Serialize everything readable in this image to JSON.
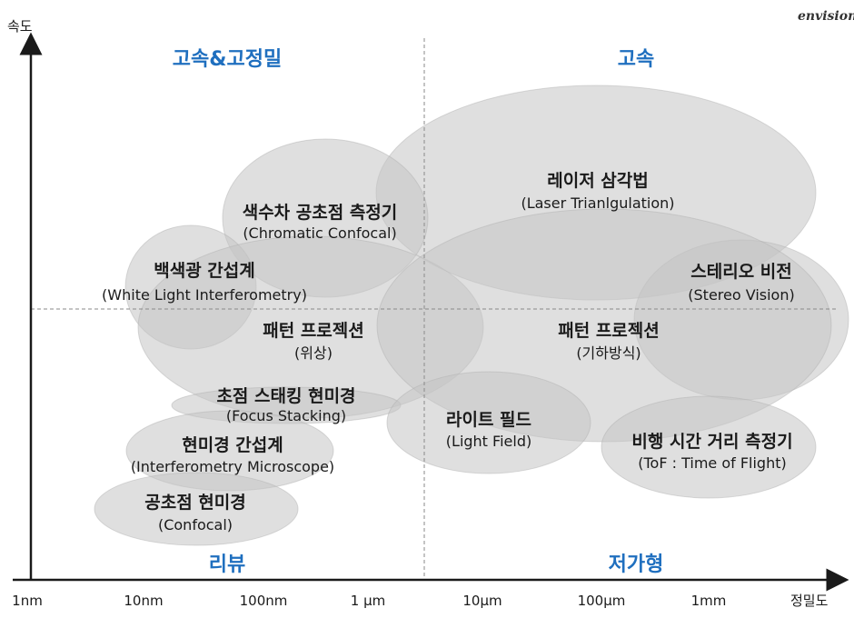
{
  "logo_text": "envision",
  "axes": {
    "y_label": "속도",
    "x_label": "정밀도",
    "x_ticks": [
      "1nm",
      "10nm",
      "100nm",
      "1 μm",
      "10μm",
      "100μm",
      "1mm"
    ]
  },
  "quadrants": {
    "top_left": "고속&고정밀",
    "top_right": "고속",
    "bottom_left": "리뷰",
    "bottom_right": "저가형"
  },
  "methods": [
    {
      "title": "레이저 삼각법",
      "subtitle": "(Laser Trianlgulation)"
    },
    {
      "title": "색수차 공초점 측정기",
      "subtitle": "(Chromatic Confocal)"
    },
    {
      "title": "백색광 간섭계",
      "subtitle": "(White Light Interferometry)"
    },
    {
      "title": "스테리오 비전",
      "subtitle": "(Stereo Vision)"
    },
    {
      "title": "패턴 프로젝션",
      "subtitle": "(위상)"
    },
    {
      "title": "패턴 프로젝션",
      "subtitle": "(기하방식)"
    },
    {
      "title": "초점 스태킹 현미경",
      "subtitle": "(Focus Stacking)"
    },
    {
      "title": "라이트 필드",
      "subtitle": "(Light Field)"
    },
    {
      "title": "현미경 간섭계",
      "subtitle": "(Interferometry Microscope)"
    },
    {
      "title": "비행 시간 거리 측정기",
      "subtitle": "(ToF : Time of Flight)"
    },
    {
      "title": "공초점 현미경",
      "subtitle": "(Confocal)"
    }
  ],
  "colors": {
    "quadrant_text": "#1f6fbf",
    "blob_fill": "#c4c4c4",
    "axis": "#1a1a1a"
  }
}
